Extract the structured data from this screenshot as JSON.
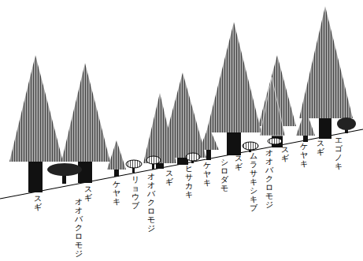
{
  "diagram": {
    "labels": [
      "スギ",
      "スギ",
      "オオバクロモジ",
      "ケヤキ",
      "リョウブ",
      "オオバクロモジ",
      "スギ",
      "ヒサカキ",
      "ケヤキ",
      "シロダモ",
      "スギ",
      "ムラサキシキブ",
      "オオバクロモジ",
      "スギ",
      "ケヤキ",
      "スギ",
      "エゴノキ"
    ]
  }
}
